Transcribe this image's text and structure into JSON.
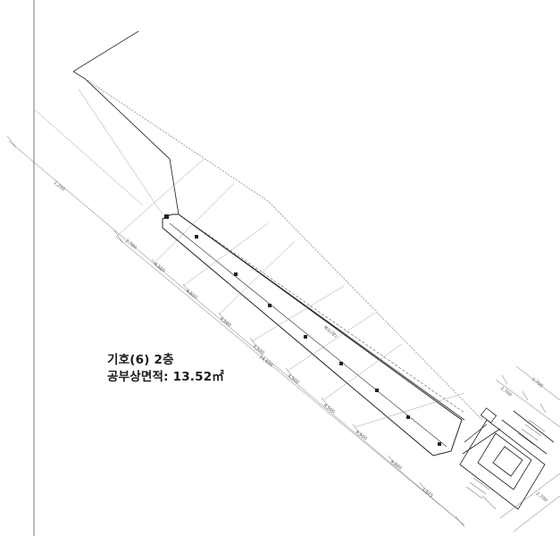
{
  "caption": {
    "title": "기호(6) 2층",
    "area": "공부상면적: 13.52㎡"
  },
  "plan": {
    "corridor_label": "복도(방)",
    "dimension_labels": [
      "1,200",
      "2,700",
      "4,500",
      "4,500",
      "4,500",
      "4,500",
      "4,500",
      "4,500",
      "4,500",
      "4,500",
      "24,600",
      "1,575",
      "2,700",
      "2,700",
      "2,700"
    ]
  },
  "colors": {
    "line": "#2a2a2a",
    "faint": "#888888"
  }
}
